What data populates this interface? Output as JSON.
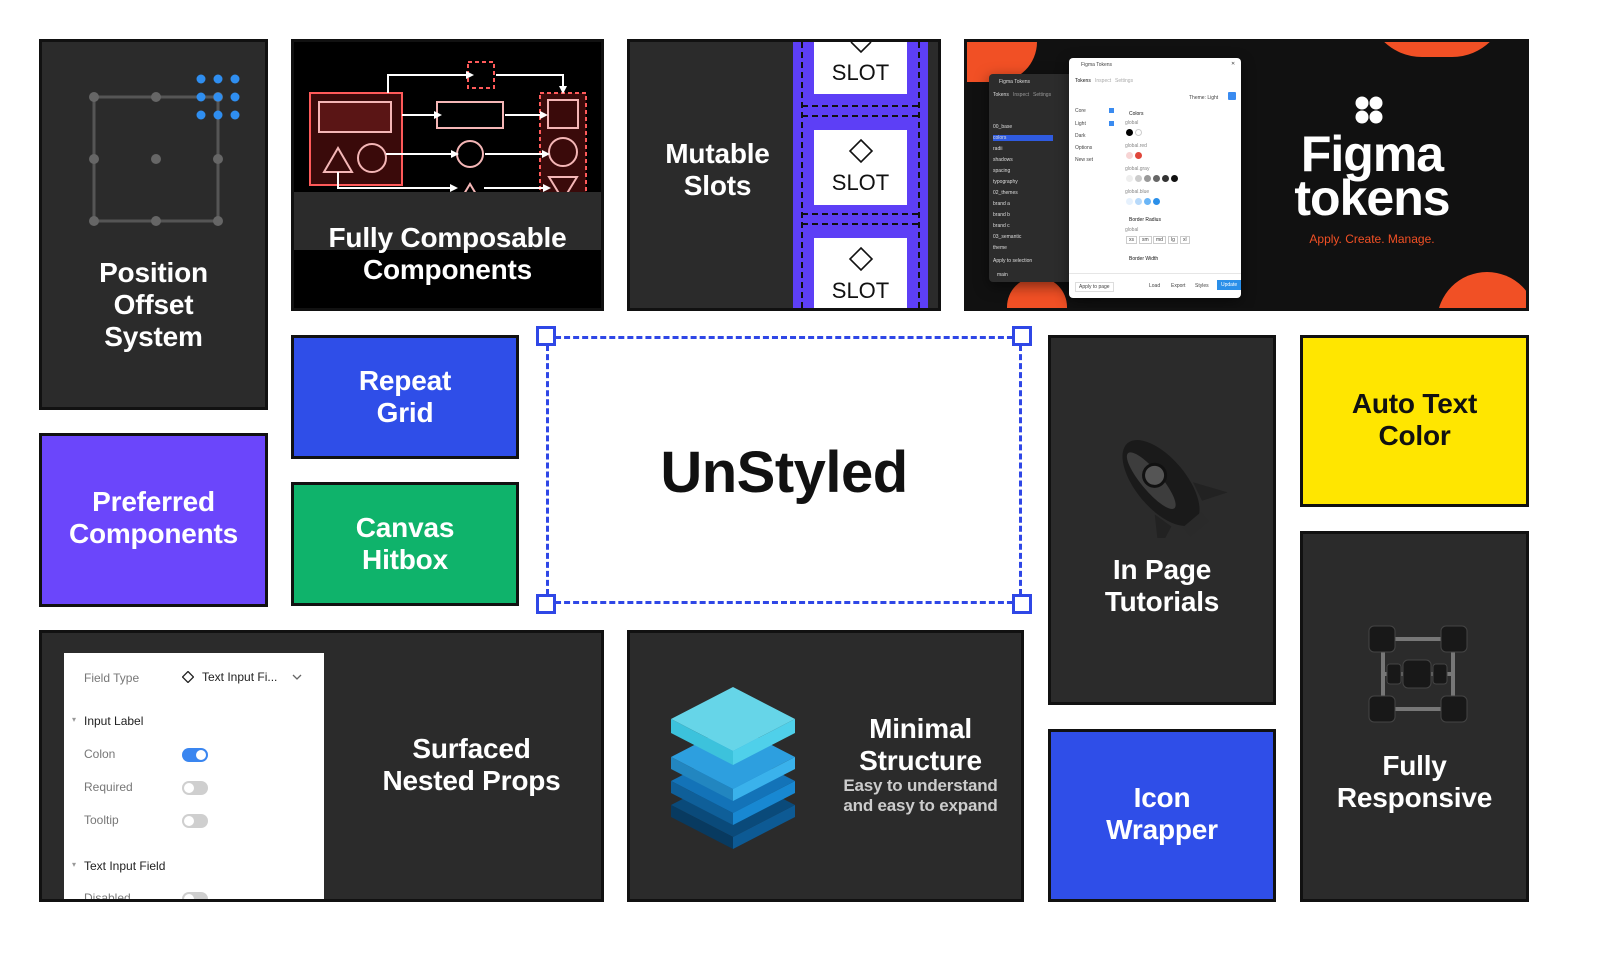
{
  "tiles": {
    "position_offset": "Position Offset System",
    "composable": "Fully Composable Components",
    "mutable_slots": "Mutable Slots",
    "slot_label": "SLOT",
    "repeat_grid": "Repeat Grid",
    "canvas_hitbox": "Canvas Hitbox",
    "preferred": "Preferred Components",
    "unstyled": "UnStyled",
    "in_page": "In Page Tutorials",
    "auto_text": "Auto Text Color",
    "surfaced": "Surfaced Nested Props",
    "minimal": "Minimal Structure",
    "minimal_sub": "Easy to understand and easy to expand",
    "icon_wrapper": "Icon Wrapper",
    "fully_responsive": "Fully Responsive"
  },
  "figma_tokens": {
    "title_line1": "Figma",
    "title_line2": "tokens",
    "tagline": "Apply. Create. Manage.",
    "window_title": "Figma Tokens",
    "tabs": [
      "Tokens",
      "Inspect",
      "Settings"
    ],
    "token_sets": [
      "Core",
      "Light",
      "Dark",
      "Options",
      "New set"
    ],
    "theme_label": "Theme: Light",
    "groups": [
      "Colors",
      "Border Radius",
      "Border Width"
    ],
    "color_groups": [
      "global",
      "global.red",
      "global.gray",
      "global.blue"
    ],
    "radius_chips": [
      "xs",
      "sm",
      "md",
      "lg",
      "xl"
    ],
    "footer": [
      "Apply to page",
      "Load",
      "Export",
      "Styles",
      "Update"
    ],
    "back_window_items": [
      "00_base",
      "colors",
      "radii",
      "shadows",
      "spacing",
      "typography",
      "02_themes",
      "brand a",
      "brand b",
      "brand c",
      "03_semantic",
      "theme"
    ],
    "back_footer": "Apply to selection",
    "back_branch": "main"
  },
  "field_panel": {
    "field_type_label": "Field Type",
    "field_type_value": "Text Input Fi...",
    "section1": "Input Label",
    "rows": [
      {
        "label": "Colon",
        "on": true
      },
      {
        "label": "Required",
        "on": false
      },
      {
        "label": "Tooltip",
        "on": false
      }
    ],
    "section2": "Text Input Field",
    "cut_row": "Disabled"
  },
  "colors": {
    "dark_tile": "#2b2b2b",
    "blue": "#2f4ee8",
    "purple": "#6b46fb",
    "green": "#0fb36b",
    "yellow": "#ffe600",
    "orange": "#f15025",
    "accent_blue": "#3a8bf0"
  }
}
